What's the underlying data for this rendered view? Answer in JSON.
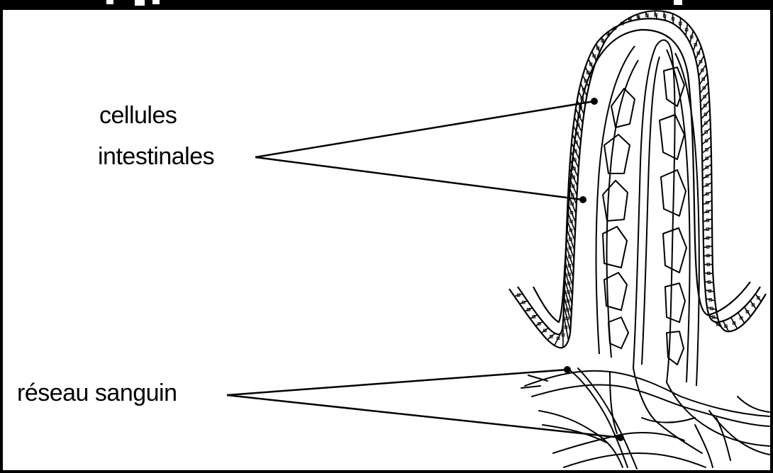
{
  "labels": {
    "cells_line1": "cellules",
    "cells_line2": "intestinales",
    "blood_network": "réseau sanguin"
  },
  "colors": {
    "ink": "#000000",
    "paper": "#ffffff"
  }
}
